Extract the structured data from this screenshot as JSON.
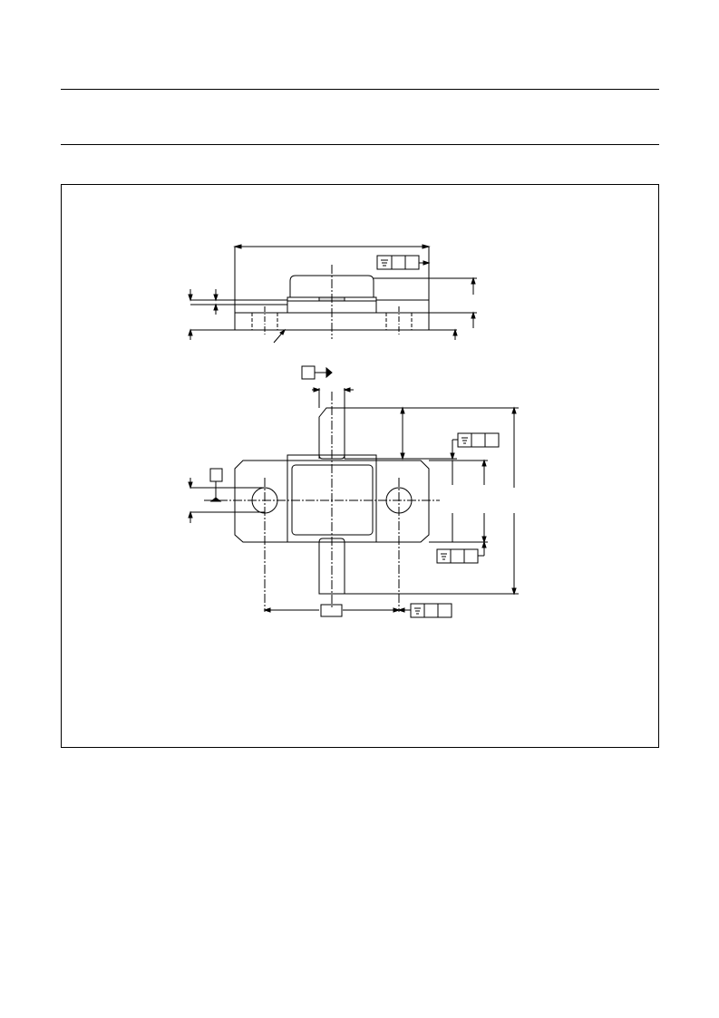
{
  "document": {
    "header_rule_top": "",
    "header_rule_bottom": ""
  },
  "outline_drawing": {
    "side_view": {
      "tolerance_frame_symbol": "flatness"
    },
    "top_view": {
      "datum_box_top": "",
      "datum_box_left": "",
      "tolerance_frame_symbols": [
        "flatness",
        "flatness",
        "flatness"
      ]
    },
    "colors": {
      "line": "#000000",
      "background": "#ffffff"
    }
  }
}
